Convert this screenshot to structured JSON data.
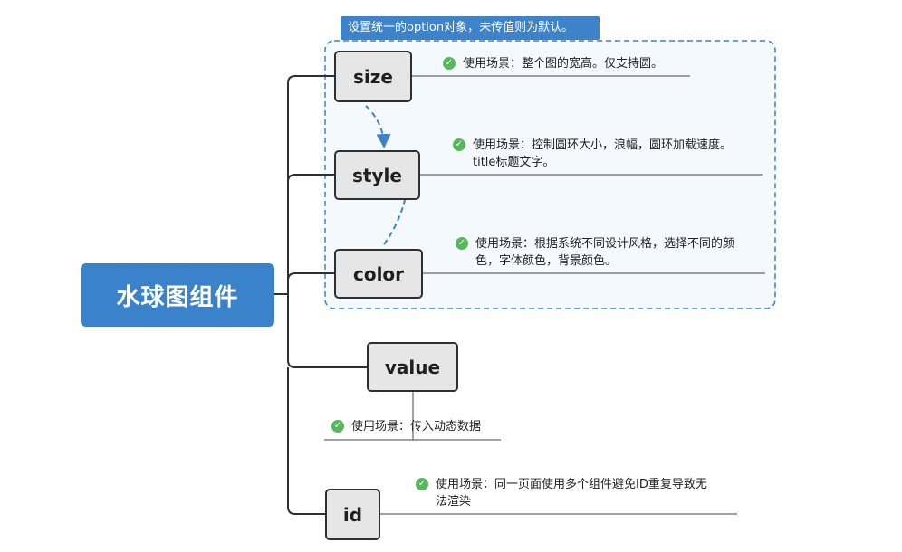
{
  "callout": {
    "title": "设置统一的option对象，未传值则为默认。"
  },
  "root": {
    "label": "水球图组件"
  },
  "nodes": {
    "size": {
      "label": "size",
      "note_lines": [
        "使用场景：整个图的宽高。仅支持圆。"
      ]
    },
    "style": {
      "label": "style",
      "note_lines": [
        "使用场景：控制圆环大小，浪幅，圆环加载速度。",
        "title标题文字。"
      ]
    },
    "color": {
      "label": "color",
      "note_lines": [
        "使用场景：根据系统不同设计风格，选择不同的颜",
        "色，字体颜色，背景颜色。"
      ]
    },
    "value": {
      "label": "value",
      "note_lines": [
        "使用场景：传入动态数据"
      ]
    },
    "id": {
      "label": "id",
      "note_lines": [
        "使用场景：同一页面使用多个组件避免ID重复导致无",
        "法渲染"
      ]
    }
  },
  "icons": {
    "note_marker": "check-circle-icon"
  },
  "colors": {
    "root_fill": "#3a82c9",
    "callout_fill": "#3e82c8",
    "group_border": "#3e82c8",
    "group_fill": "#f4f9fd",
    "node_fill": "#e6e6e6",
    "node_border": "#2f2f2f",
    "check": "#57b85b",
    "dashed_arrow": "#3e82c8"
  }
}
